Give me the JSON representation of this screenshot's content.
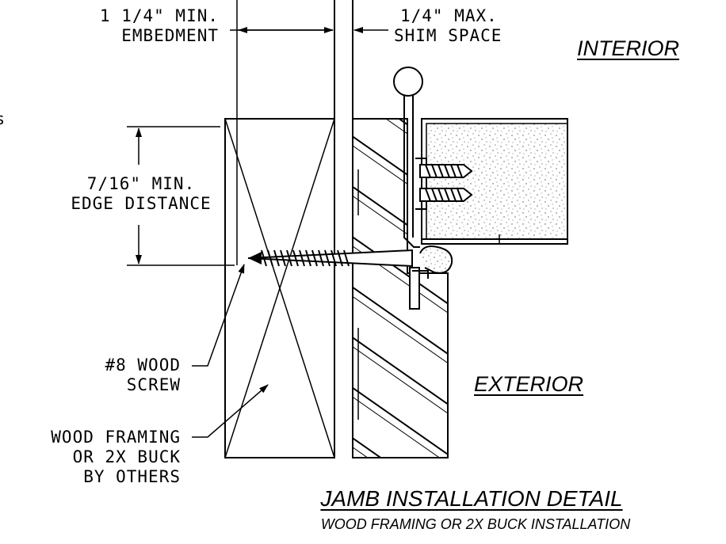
{
  "labels": {
    "embedment_line1": "1 1/4\" MIN.",
    "embedment_line2": "EMBEDMENT",
    "shim_line1": "1/4\" MAX.",
    "shim_line2": "SHIM SPACE",
    "interior": "INTERIOR",
    "exterior": "EXTERIOR",
    "edge_line1": "7/16\" MIN.",
    "edge_line2": "EDGE DISTANCE",
    "screw_line1": "#8 WOOD",
    "screw_line2": "SCREW",
    "framing_line1": "WOOD FRAMING",
    "framing_line2": "OR 2X BUCK",
    "framing_line3": "BY OTHERS",
    "title": "JAMB INSTALLATION DETAIL",
    "subtitle": "WOOD FRAMING OR 2X BUCK INSTALLATION",
    "edge_mark": "s"
  }
}
